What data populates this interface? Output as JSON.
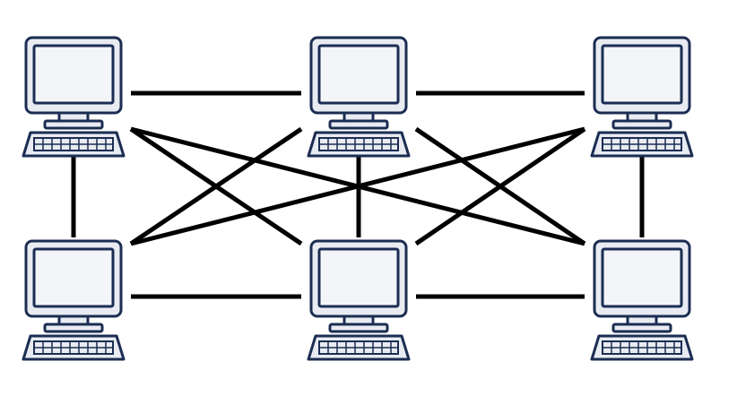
{
  "diagram": {
    "type": "mesh-network",
    "colors": {
      "outline": "#1b2d52",
      "fill": "#e8ecf2",
      "screen": "#f3f5f8",
      "link": "#000000",
      "background": "#ffffff"
    },
    "nodes": [
      {
        "id": "top-left",
        "icon": "computer-icon"
      },
      {
        "id": "top-center",
        "icon": "computer-icon"
      },
      {
        "id": "top-right",
        "icon": "computer-icon"
      },
      {
        "id": "bottom-left",
        "icon": "computer-icon"
      },
      {
        "id": "bottom-center",
        "icon": "computer-icon"
      },
      {
        "id": "bottom-right",
        "icon": "computer-icon"
      }
    ],
    "links": [
      [
        "top-left",
        "top-center"
      ],
      [
        "top-center",
        "top-right"
      ],
      [
        "bottom-left",
        "bottom-center"
      ],
      [
        "bottom-center",
        "bottom-right"
      ],
      [
        "top-left",
        "bottom-left"
      ],
      [
        "top-center",
        "bottom-center"
      ],
      [
        "top-right",
        "bottom-right"
      ],
      [
        "top-left",
        "bottom-center"
      ],
      [
        "top-left",
        "bottom-right"
      ],
      [
        "top-center",
        "bottom-left"
      ],
      [
        "top-center",
        "bottom-right"
      ],
      [
        "top-right",
        "bottom-left"
      ],
      [
        "top-right",
        "bottom-center"
      ]
    ]
  }
}
